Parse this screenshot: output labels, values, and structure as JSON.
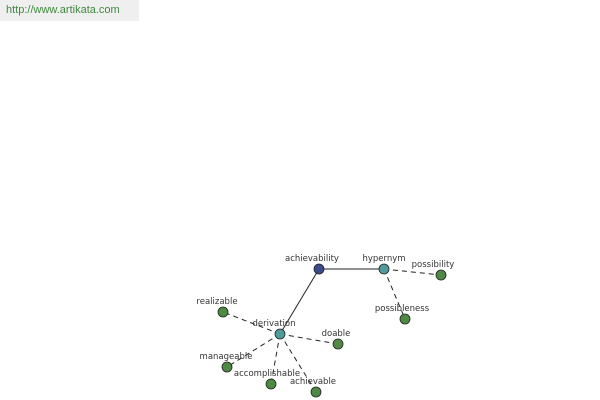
{
  "header": {
    "url": "http://www.artikata.com"
  },
  "graph": {
    "nodes": [
      {
        "id": "achievability",
        "label": "achievability",
        "role": "root"
      },
      {
        "id": "hypernym",
        "label": "hypernym",
        "role": "relation"
      },
      {
        "id": "derivation",
        "label": "derivation",
        "role": "relation"
      },
      {
        "id": "possibility",
        "label": "possibility",
        "role": "word"
      },
      {
        "id": "possibleness",
        "label": "possibleness",
        "role": "word"
      },
      {
        "id": "realizable",
        "label": "realizable",
        "role": "word"
      },
      {
        "id": "doable",
        "label": "doable",
        "role": "word"
      },
      {
        "id": "manageable",
        "label": "manageable",
        "role": "word"
      },
      {
        "id": "accomplishable",
        "label": "accomplishable",
        "role": "word"
      },
      {
        "id": "achievable",
        "label": "achievable",
        "role": "word"
      }
    ],
    "edges": [
      {
        "from": "achievability",
        "to": "hypernym",
        "style": "solid"
      },
      {
        "from": "achievability",
        "to": "derivation",
        "style": "solid"
      },
      {
        "from": "hypernym",
        "to": "possibility",
        "style": "dashed"
      },
      {
        "from": "hypernym",
        "to": "possibleness",
        "style": "dashed"
      },
      {
        "from": "derivation",
        "to": "realizable",
        "style": "dashed"
      },
      {
        "from": "derivation",
        "to": "doable",
        "style": "dashed"
      },
      {
        "from": "derivation",
        "to": "manageable",
        "style": "dashed"
      },
      {
        "from": "derivation",
        "to": "accomplishable",
        "style": "dashed"
      },
      {
        "from": "derivation",
        "to": "achievable",
        "style": "dashed"
      }
    ],
    "colors": {
      "root": "#3b4a8c",
      "relation": "#4f9a9a",
      "word": "#4f8a45"
    }
  }
}
